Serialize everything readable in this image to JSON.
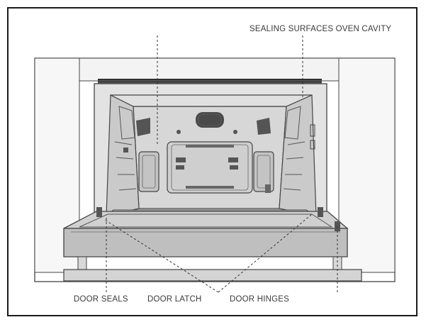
{
  "labels": {
    "sealing_surfaces": "SEALING SURFACES OVEN CAVITY",
    "door_seals": "DOOR SEALS",
    "door_latch": "DOOR LATCH",
    "door_hinges": "DOOR HINGES"
  },
  "colors": {
    "frame": "#1a1a1a",
    "line": "#444444",
    "cabinet_fill": "#ffffff",
    "cavity_fill": "#d4d4d4",
    "cavity_wall_fill": "#c9c9c9",
    "door_fill": "#c2c2c2",
    "vent_fill": "#555555"
  }
}
